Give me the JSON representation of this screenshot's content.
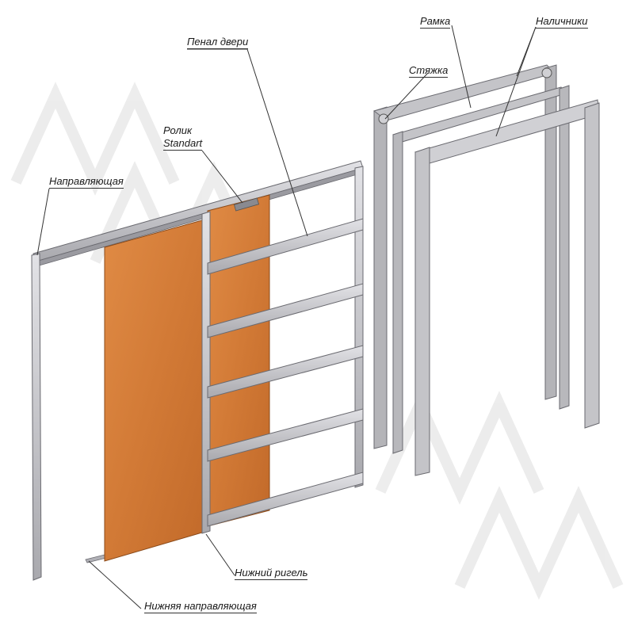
{
  "labels": {
    "guide_rail": "Направляющая",
    "door_cassette": "Пенал двери",
    "roller_line1": "Ролик",
    "roller_line2": "Standart",
    "bottom_crossbar": "Нижний ригель",
    "bottom_guide": "Нижняя направляющая",
    "frame": "Рамка",
    "tie": "Стяжка",
    "casings": "Наличники"
  },
  "colors": {
    "door_leaf": "#d9813e",
    "metal": "#c8c8cc",
    "metal_edge": "#6a6a70",
    "frame": "#b4b4b8",
    "leader": "#333333"
  },
  "watermark": "MM"
}
